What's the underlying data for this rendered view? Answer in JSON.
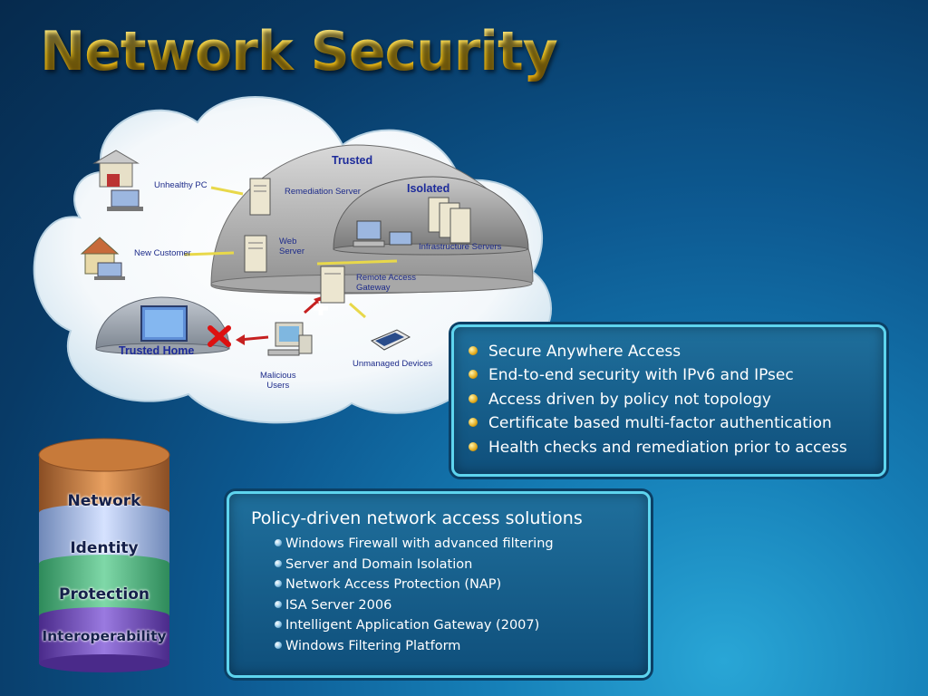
{
  "title": "Network Security",
  "diagram": {
    "zones": {
      "trusted": "Trusted",
      "isolated": "Isolated",
      "trusted_home": "Trusted Home"
    },
    "nodes": {
      "unhealthy_pc": "Unhealthy PC",
      "remediation_server": "Remediation Server",
      "web_server": "Web\nServer",
      "infrastructure_servers": "Infrastructure Servers",
      "new_customer": "New Customer",
      "remote_access_gateway": "Remote Access\nGateway",
      "malicious_users": "Malicious\nUsers",
      "unmanaged_devices": "Unmanaged Devices"
    }
  },
  "stack": [
    "Network",
    "Identity",
    "Protection",
    "Interoperability"
  ],
  "features": [
    "Secure Anywhere Access",
    "End-to-end security with IPv6 and IPsec",
    "Access driven by policy not topology",
    "Certificate based multi-factor authentication",
    "Health checks and remediation prior to access"
  ],
  "solutions": {
    "heading": "Policy-driven network access solutions",
    "items": [
      "Windows Firewall with advanced filtering",
      "Server and Domain Isolation",
      "Network Access Protection (NAP)",
      "ISA Server 2006",
      "Intelligent Application Gateway (2007)",
      "Windows Filtering Platform"
    ]
  },
  "colors": {
    "title": "#f2c51c",
    "panel_border": "#5ed4ee",
    "bullet": "#e0a81a"
  }
}
